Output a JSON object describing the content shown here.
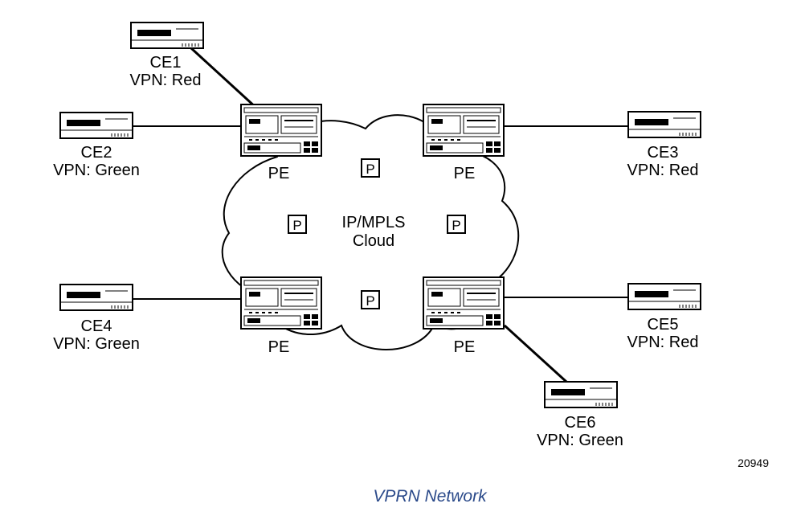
{
  "cloud": {
    "line1": "IP/MPLS",
    "line2": "Cloud"
  },
  "p_routers": [
    "P",
    "P",
    "P",
    "P"
  ],
  "pe_routers": [
    "PE",
    "PE",
    "PE",
    "PE"
  ],
  "ce_devices": [
    {
      "name": "CE1",
      "vpn": "VPN: Red"
    },
    {
      "name": "CE2",
      "vpn": "VPN: Green"
    },
    {
      "name": "CE3",
      "vpn": "VPN: Red"
    },
    {
      "name": "CE4",
      "vpn": "VPN: Green"
    },
    {
      "name": "CE5",
      "vpn": "VPN: Red"
    },
    {
      "name": "CE6",
      "vpn": "VPN: Green"
    }
  ],
  "figure_number": "20949",
  "caption": "VPRN Network"
}
